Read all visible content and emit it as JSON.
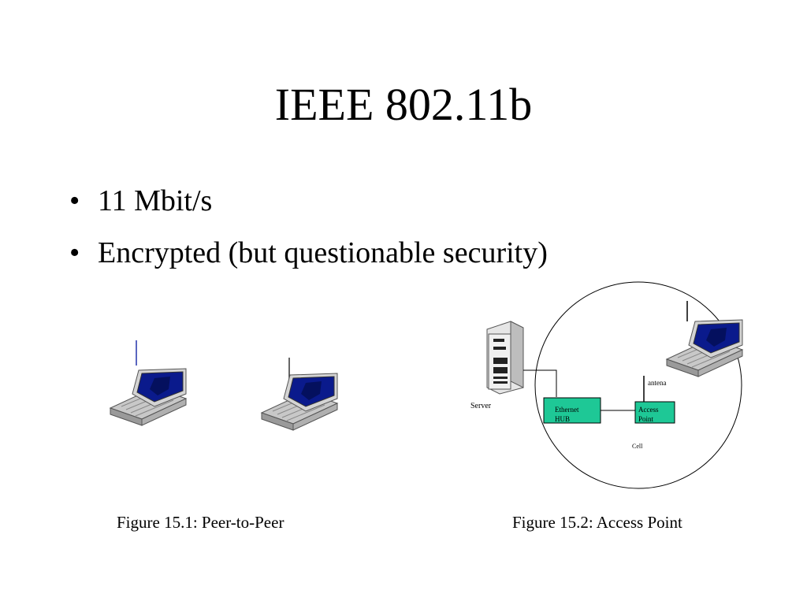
{
  "slide": {
    "title": "IEEE 802.11b",
    "bullets": [
      "11 Mbit/s",
      "Encrypted (but questionable security)"
    ]
  },
  "figure1": {
    "caption": "Figure 15.1: Peer-to-Peer"
  },
  "figure2": {
    "caption": "Figure 15.2: Access Point",
    "labels": {
      "server": "Server",
      "hub_line1": "Ethernet",
      "hub_line2": "HUB",
      "ap_line1": "Access",
      "ap_line2": "Point",
      "antena": "antena",
      "cell": "Cell"
    },
    "colors": {
      "box_fill": "#1ec896",
      "screen": "#0a1a8c"
    }
  }
}
